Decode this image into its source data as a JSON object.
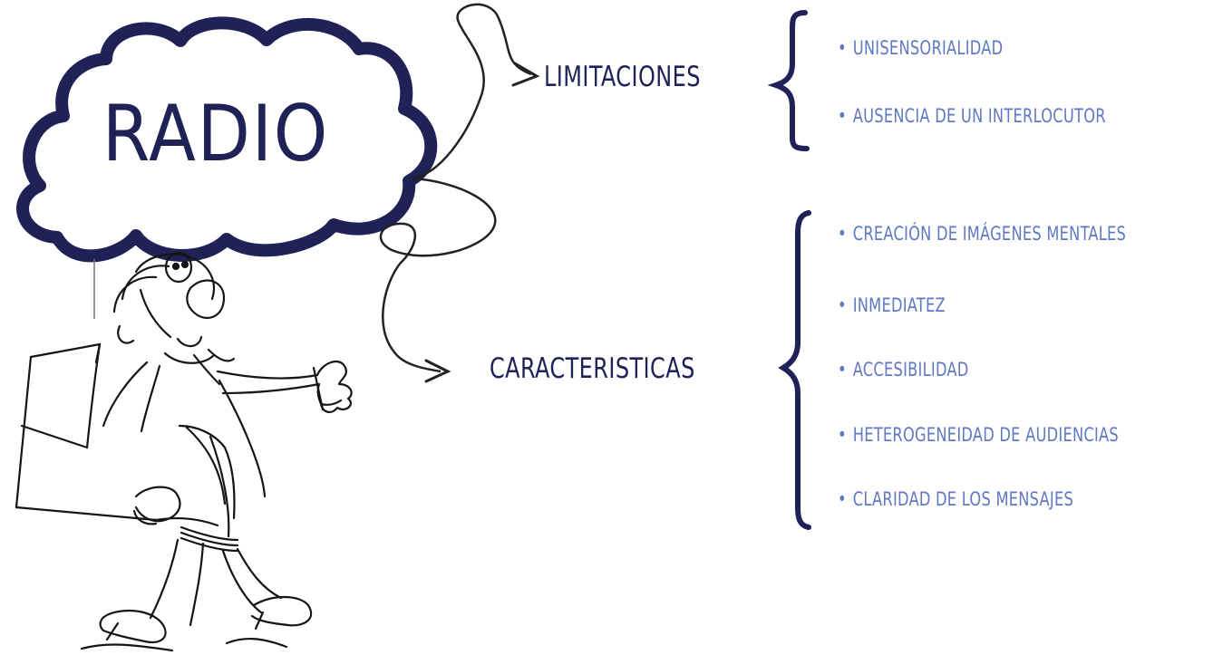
{
  "diagram": {
    "title": "RADIO",
    "categories": [
      {
        "label": "LIMITACIONES",
        "items": [
          "UNISENSORIALIDAD",
          "AUSENCIA DE UN INTERLOCUTOR"
        ]
      },
      {
        "label": "CARACTERISTICAS",
        "items": [
          "CREACIÓN DE IMÁGENES MENTALES",
          "INMEDIATEZ",
          "ACCESIBILIDAD",
          "HETEROGENEIDAD DE AUDIENCIAS",
          "CLARIDAD DE LOS MENSAJES"
        ]
      }
    ],
    "bullet": "•",
    "colors": {
      "title": "#1f2157",
      "heading": "#1f2157",
      "item": "#5f78c3",
      "line": "#1f2157",
      "sketch": "#111111"
    }
  }
}
